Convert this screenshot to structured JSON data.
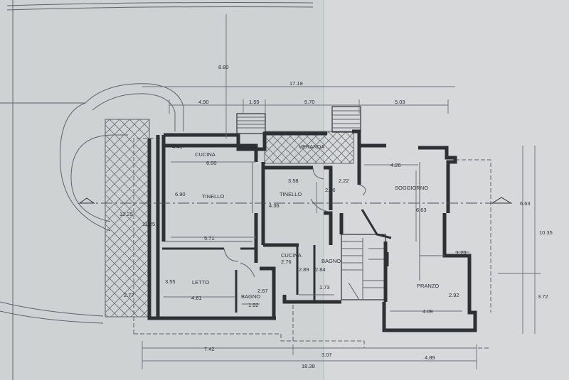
{
  "rooms": {
    "cucina_left": "CUCINA",
    "tinello_left": "TINELLO",
    "letto": "LETTO",
    "bagno_left": "BAGNO",
    "veranda": "VERANDA",
    "tinello_center": "TINELLO",
    "cucina_center": "CUCINA",
    "bagno_center": "BAGNO",
    "soggiorno": "SOGGIORNO",
    "pranzo": "PRANZO"
  },
  "dimensions": {
    "d_8_80": "8.80",
    "d_17_18": "17.18",
    "d_4_90": "4.90",
    "d_1_55": "1.55",
    "d_5_70": "5.70",
    "d_5_03": "5.03",
    "d_4_45": "4.45",
    "d_6_00": "6.00",
    "d_6_90": "6.90",
    "d_12_25": "12.25",
    "d_11_25": "11.25",
    "d_5_71": "5.71",
    "d_3_55": "3.55",
    "d_4_61": "4.61",
    "d_2_67": "2.67",
    "d_1_92": "1.92",
    "d_2_77": "2.77",
    "d_3_58": "3.58",
    "d_2_22": "2.22",
    "d_2_56": "2.56",
    "d_4_36": "4.36",
    "d_2_76": "2.76",
    "d_2_89": "2.89",
    "d_2_84": "2.84",
    "d_1_73": "1.73",
    "d_4_26": "4.26",
    "d_6_63_in": "6.63",
    "d_6_63_out": "6.63",
    "d_10_35": "10.35",
    "d_1_20": "1.20",
    "d_2_92": "2.92",
    "d_4_09": "4.09",
    "d_3_72": "3.72",
    "d_7_42": "7.42",
    "d_07": "3.07",
    "d_4_89": "4.89",
    "d_18_38": "18.38"
  }
}
